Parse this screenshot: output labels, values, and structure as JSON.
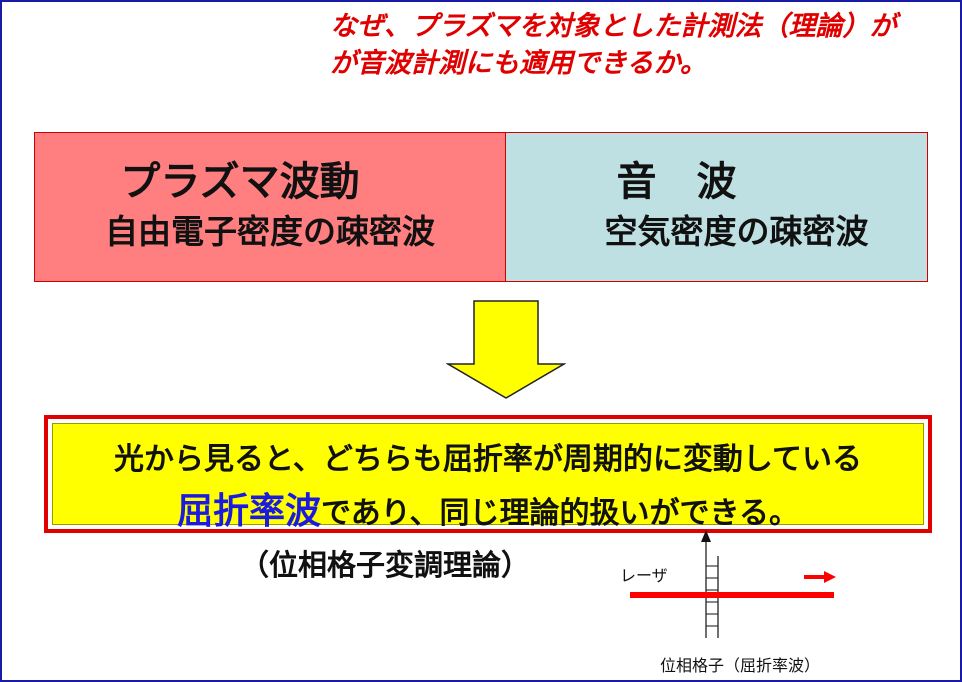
{
  "title": {
    "line1": "なぜ、プラズマを対象とした計測法（理論）が",
    "line2": "が音波計測にも適用できるか。"
  },
  "left_box": {
    "heading": "プラズマ波動",
    "subheading": "自由電子密度の疎密波"
  },
  "right_box": {
    "heading": "音　波",
    "subheading": "空気密度の疎密波"
  },
  "result": {
    "line1": "光から見ると、どちらも屈折率が周期的に変動している",
    "keyword": "屈折率波",
    "line2_rest": "であり、同じ理論的扱いができる。"
  },
  "theory_label": "（位相格子変調理論）",
  "diagram": {
    "laser_label": "レーザ",
    "grating_label": "位相格子（屈折率波）"
  },
  "colors": {
    "title": "#e00000",
    "left_box": "#ff7f80",
    "right_box": "#bfe0e2",
    "arrow": "#ffff00",
    "result_fill": "#ffff00",
    "keyword": "#1a1ae0",
    "laser": "#ff0000"
  }
}
